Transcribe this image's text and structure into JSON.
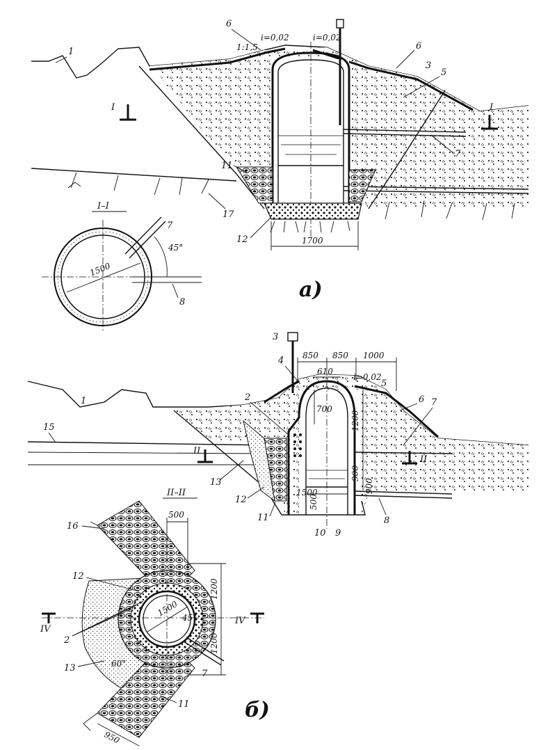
{
  "figure": {
    "caption_a": "а)",
    "caption_b": "б)"
  },
  "panel_a": {
    "labels": [
      "1",
      "6",
      "6",
      "3",
      "5",
      "7",
      "8",
      "11",
      "12",
      "17"
    ],
    "slope_labels": {
      "embankment": "1:1,5",
      "roof_left": "i=0,02",
      "roof_right": "i=0,02"
    },
    "section_marks": {
      "left": "I",
      "right": "I",
      "section_title": "I–I"
    },
    "dimensions": {
      "base_width": "1700",
      "ring_diameter": "1500",
      "pipe_angle": "45°"
    }
  },
  "panel_b": {
    "labels": [
      "1",
      "2",
      "3",
      "4",
      "5",
      "6",
      "7",
      "8",
      "9",
      "10",
      "11",
      "12",
      "13",
      "15"
    ],
    "slope_labels": {
      "roof": "i=0,02"
    },
    "section_marks": {
      "mark": "II",
      "section_title": "II–II"
    },
    "dimensions": {
      "top_left": "850",
      "top_mid": "850",
      "top_right": "1000",
      "dome_width": "610",
      "dome_height": "700",
      "side_height": "1200",
      "lower_height": "900",
      "pipe_height": "900",
      "inner_width": "1500",
      "bottom_step": "500"
    }
  },
  "panel_b_plan": {
    "labels": [
      "16",
      "12",
      "2",
      "13",
      "7",
      "11"
    ],
    "section_marks": {
      "left": "IV",
      "right": "IV"
    },
    "dimensions": {
      "top_width": "500",
      "upper_height": "1200",
      "lower_height": "1200",
      "ring_diameter": "1500",
      "pipe_angle": "45°",
      "wing_angle": "60°",
      "wing_width": "950"
    }
  }
}
